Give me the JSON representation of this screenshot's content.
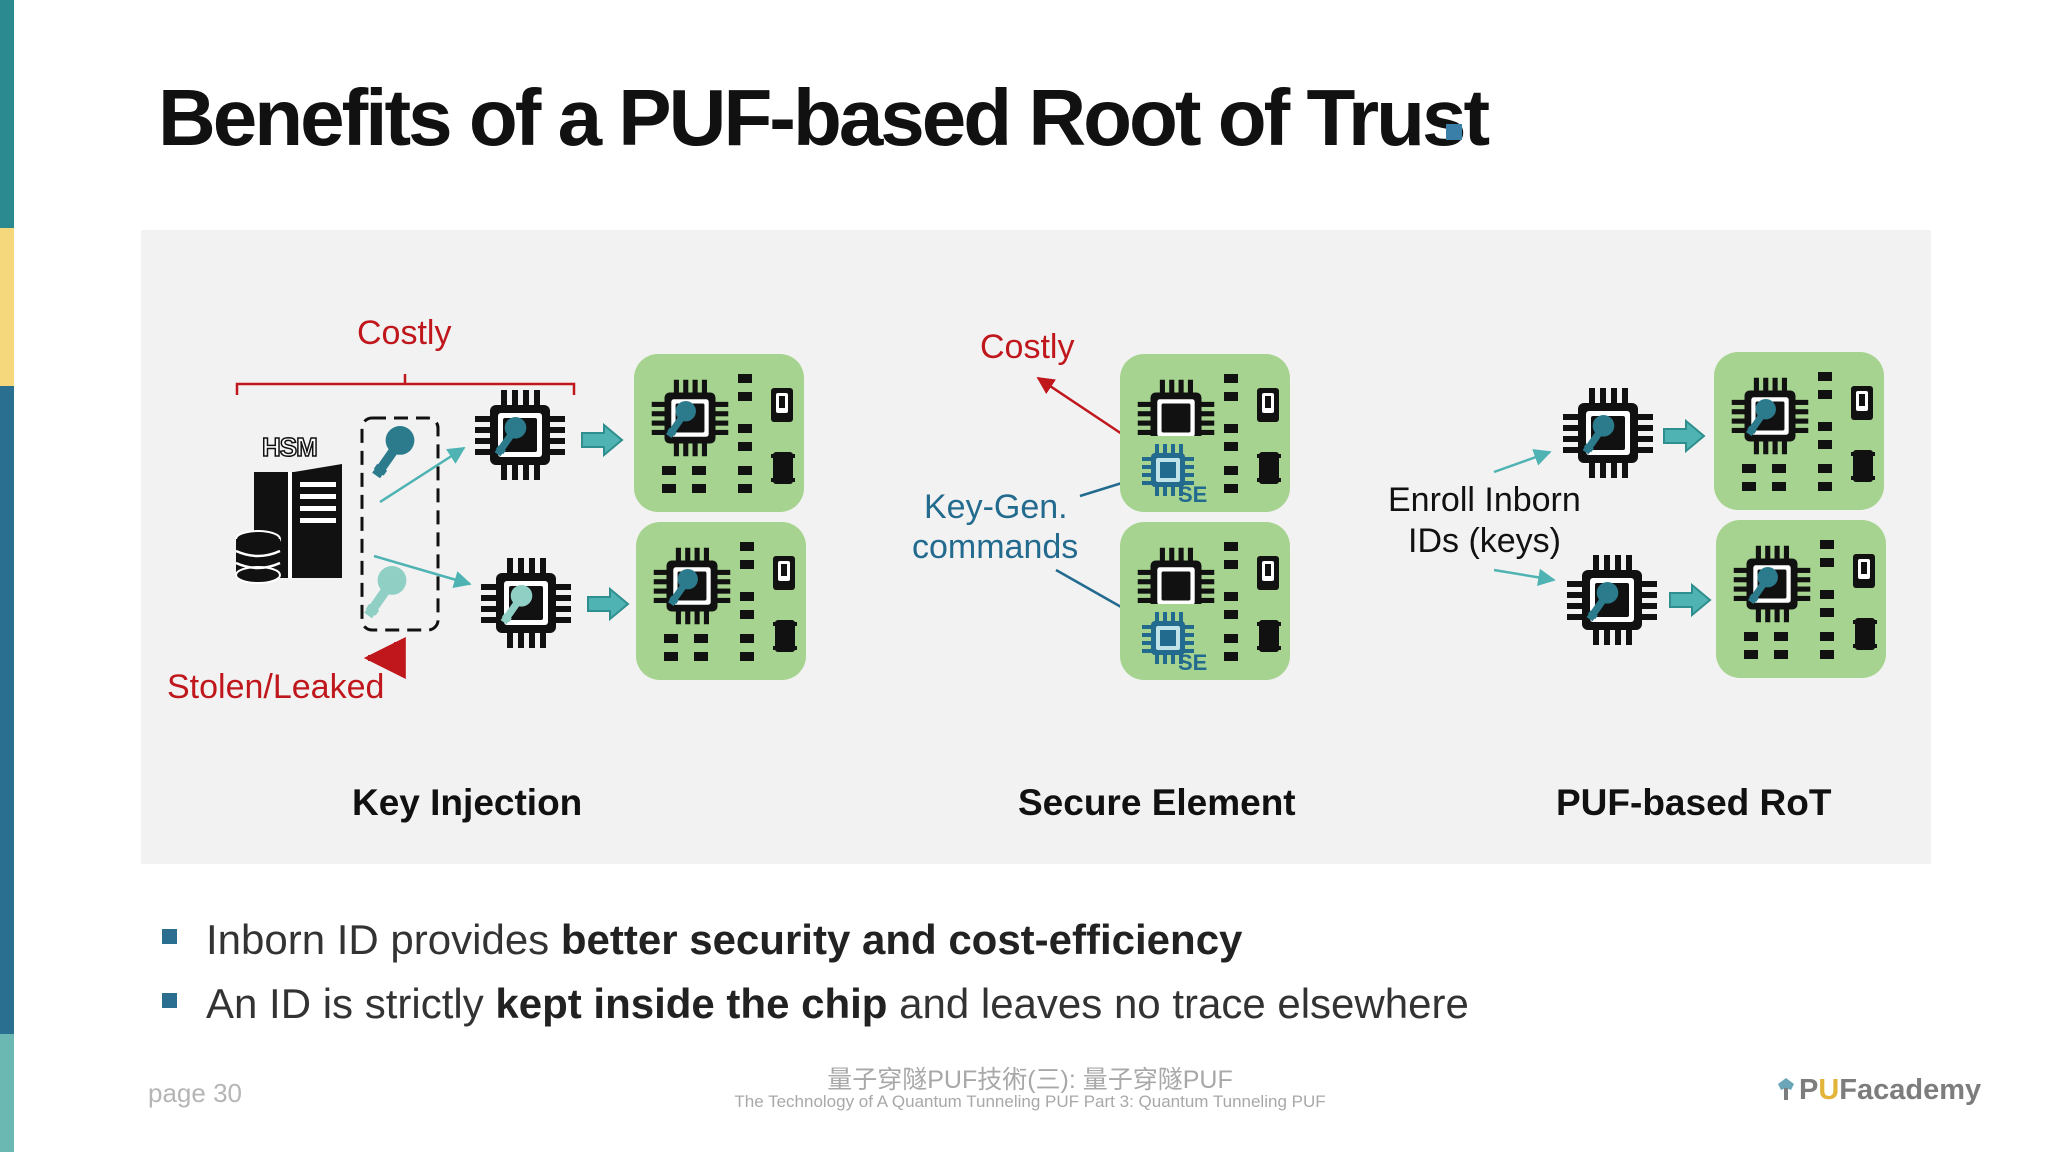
{
  "slide": {
    "title": "Benefits of a PUF-based Root of Trust",
    "accent_color": "#3a7fa8",
    "stripe_colors": [
      "#2b8a8f",
      "#f5d87c",
      "#2a6f8f",
      "#6bb7b2"
    ]
  },
  "diagram": {
    "key_injection": {
      "section_label": "Key Injection",
      "cost_label": "Costly",
      "hsm_label": "HSM",
      "leak_label": "Stolen/Leaked",
      "icons": [
        "server-icon",
        "database-icon",
        "key-icon",
        "chip-icon",
        "circuit-board-icon"
      ]
    },
    "secure_element": {
      "section_label": "Secure Element",
      "cost_label": "Costly",
      "commands_label_line1": "Key-Gen.",
      "commands_label_line2": "commands",
      "se_chip_label": "SE"
    },
    "puf_rot": {
      "section_label": "PUF-based RoT",
      "enroll_label_line1": "Enroll Inborn",
      "enroll_label_line2": "IDs (keys)"
    },
    "colors": {
      "board": "#a6d38f",
      "key_dark": "#2b7b8c",
      "key_light": "#8fcfc4",
      "arrow": "#4fb3b3",
      "red": "#c0171c",
      "teal_text": "#236b8e"
    }
  },
  "bullets": [
    {
      "normal": "Inborn ID provides ",
      "bold": "better security and cost-efficiency",
      "tail": ""
    },
    {
      "normal": "An ID is strictly ",
      "bold": "kept inside the chip",
      "tail": " and leaves no trace elsewhere"
    }
  ],
  "footer": {
    "page": "page 30",
    "title_cn": "量子穿隧PUF技術(三): 量子穿隧PUF",
    "title_en": "The Technology of A Quantum Tunneling PUF Part 3: Quantum Tunneling PUF",
    "logo_p": "P",
    "logo_u": "U",
    "logo_rest": "Facademy"
  }
}
